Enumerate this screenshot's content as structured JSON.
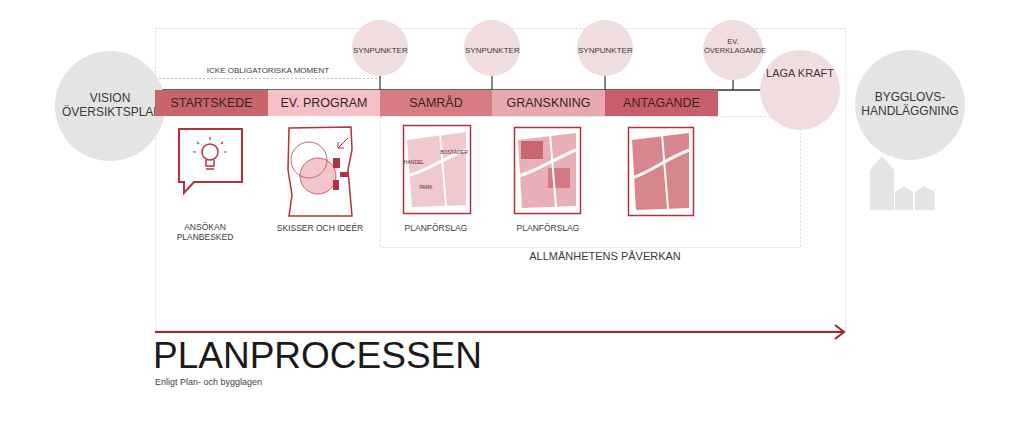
{
  "diagram": {
    "title": "PLANPROCESSEN",
    "caption": "Enligt Plan- och bygglagen",
    "nodes": [
      {
        "text": [
          "VISION ÖVERSIKTSPLAN"
        ]
      },
      {
        "text": [
          "SYNPUNKTER"
        ]
      },
      {
        "text": [
          "SYNPUNKTER"
        ]
      },
      {
        "text": [
          "SYNPUNKTER"
        ]
      },
      {
        "text": [
          "EV. ÖVERKLAGANDE"
        ]
      },
      {
        "text": [
          "LAGA KRAFT"
        ]
      },
      {
        "text": [
          "STARTSKEDE"
        ]
      },
      {
        "text": [
          "EV. PROGRAM"
        ]
      },
      {
        "text": [
          "SAMRÅD"
        ]
      },
      {
        "text": [
          "GRANSKNING"
        ]
      },
      {
        "text": [
          "ANTAGANDE"
        ]
      },
      {
        "text": [
          "BYGGLOVS- HANDLÄGGNING"
        ]
      }
    ],
    "labels": [
      "ICKE OBLIGATORISKA MOMENT",
      "ANSÖKAN PLANBESKED",
      "SKISSER OCH IDEÉR",
      "HANDEL",
      "BOSTÄDER",
      "PARK",
      "PLANFÖRSLAG",
      "PLANFÖRSLAG",
      "ALLMÄNHETENS PÅVERKAN"
    ]
  }
}
